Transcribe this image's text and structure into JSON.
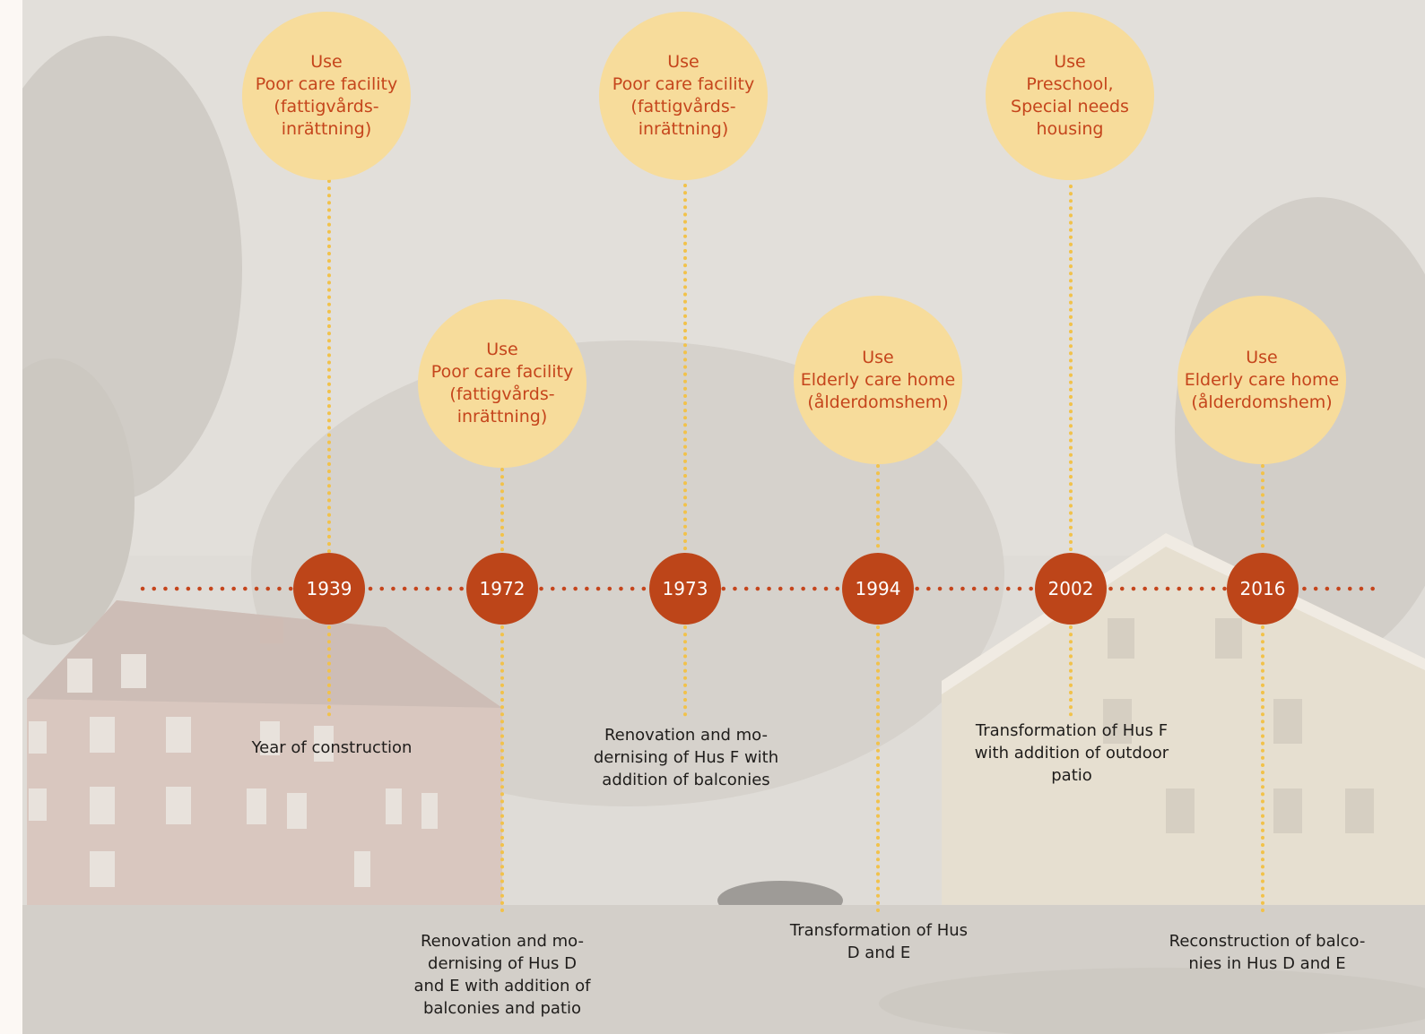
{
  "colors": {
    "bubble_fill": "#f7dc9b",
    "bubble_text": "#c5451c",
    "year_fill": "#bd4519",
    "axis_dot": "#c5451c",
    "stem_dot": "#f2c24a",
    "event_text": "#1f1d1b"
  },
  "timeline": [
    {
      "year": "1939",
      "use": {
        "heading": "Use",
        "label": "Poor care facility\n(fattigvårds-\ninrättning)"
      },
      "event": "Year of construction"
    },
    {
      "year": "1972",
      "use": {
        "heading": "Use",
        "label": "Poor care facility\n(fattigvårds-\ninrättning)"
      },
      "event": "Renovation and mo-\ndernising of Hus D\nand E with addition of\nbalconies and patio"
    },
    {
      "year": "1973",
      "use": {
        "heading": "Use",
        "label": "Poor care facility\n(fattigvårds-\ninrättning)"
      },
      "event": "Renovation and mo-\ndernising of Hus F with\naddition of balconies"
    },
    {
      "year": "1994",
      "use": {
        "heading": "Use",
        "label": "Elderly care home\n(ålderdomshem)"
      },
      "event": "Transformation of Hus\nD and E"
    },
    {
      "year": "2002",
      "use": {
        "heading": "Use",
        "label": "Preschool,\nSpecial needs\nhousing"
      },
      "event": "Transformation of Hus F\nwith addition of outdoor\npatio"
    },
    {
      "year": "2016",
      "use": {
        "heading": "Use",
        "label": "Elderly care home\n(ålderdomshem)"
      },
      "event": "Reconstruction of balco-\nnies in Hus D and E"
    }
  ]
}
